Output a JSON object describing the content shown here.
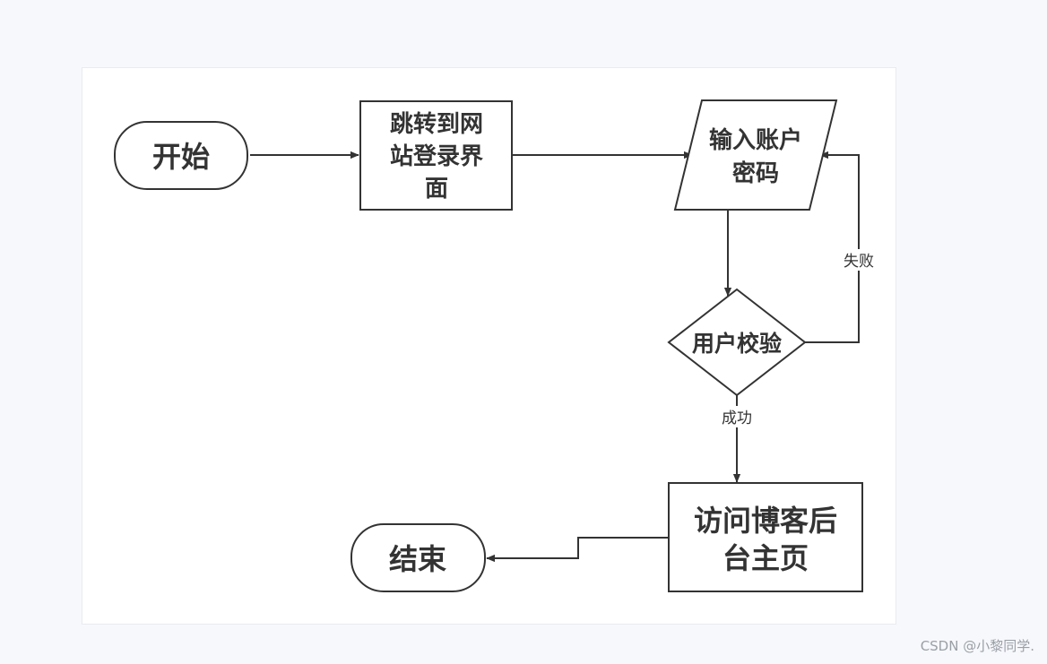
{
  "nodes": {
    "start": "开始",
    "jump": [
      "跳转到网",
      "站登录界",
      "面"
    ],
    "input": [
      "输入账户",
      "密码"
    ],
    "verify": "用户校验",
    "visit": [
      "访问博客后",
      "台主页"
    ],
    "end": "结束"
  },
  "edges": {
    "fail": "失败",
    "success": "成功"
  },
  "watermark": "CSDN @小黎同学."
}
